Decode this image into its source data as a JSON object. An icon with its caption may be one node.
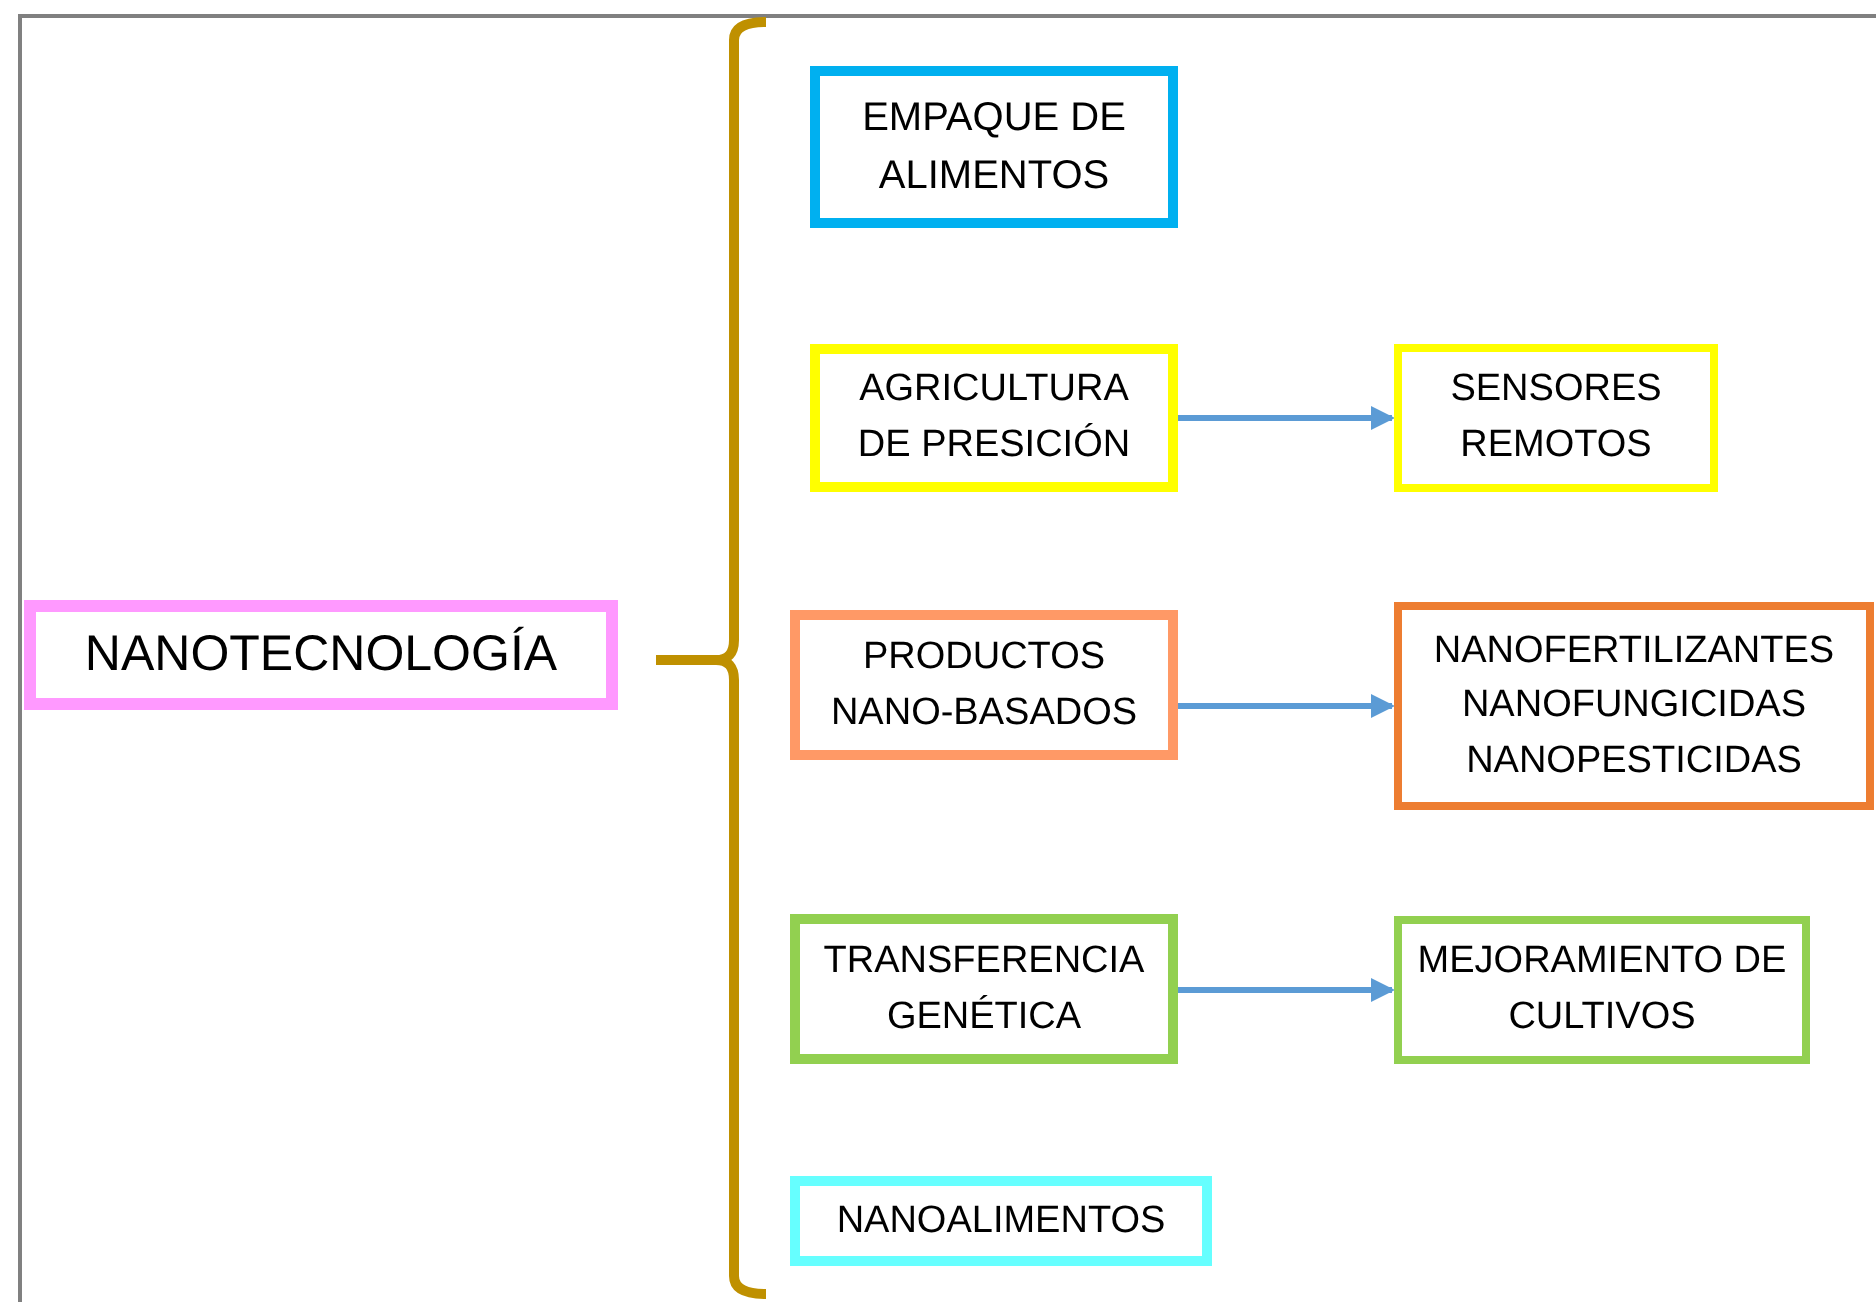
{
  "diagram": {
    "nodes": [
      {
        "text": [
          "NANOTECNOLOGÍA"
        ]
      },
      {
        "text": [
          "EMPAQUE DE ALIMENTOS"
        ]
      },
      {
        "text": [
          "AGRICULTURA DE PRESICIÓN"
        ]
      },
      {
        "text": [
          "SENSORES REMOTOS"
        ]
      },
      {
        "text": [
          "PRODUCTOS NANO-BASADOS"
        ]
      },
      {
        "text": [
          "NANOFERTILIZANTES",
          "NANOFUNGICIDAS",
          "NANOPESTICIDAS"
        ]
      },
      {
        "text": [
          "TRANSFERENCIA GENÉTICA"
        ]
      },
      {
        "text": [
          "MEJORAMIENTO DE CULTIVOS"
        ]
      },
      {
        "text": [
          "NANOALIMENTOS"
        ]
      }
    ],
    "edges": [
      {
        "from": 2,
        "to": 3,
        "arrow": "to"
      },
      {
        "from": 4,
        "to": 5,
        "arrow": "to"
      },
      {
        "from": 6,
        "to": 7,
        "arrow": "to"
      }
    ]
  }
}
